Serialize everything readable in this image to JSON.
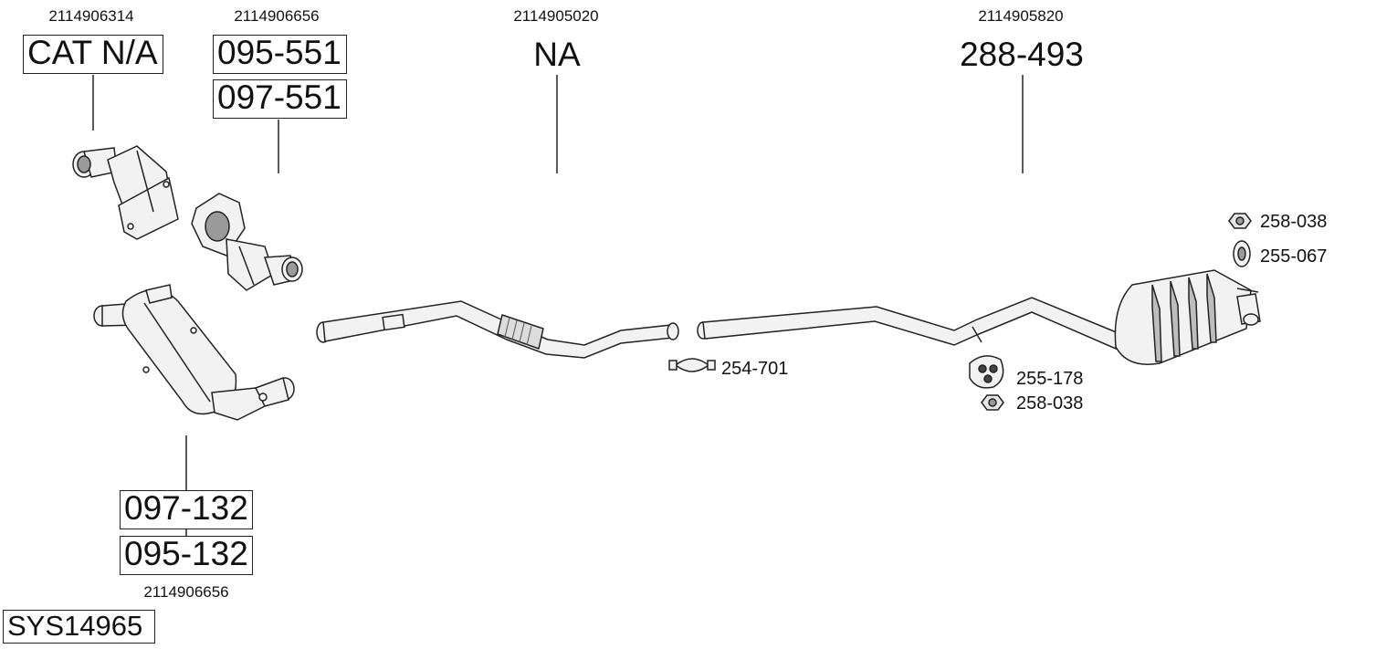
{
  "refs": {
    "cat_top": "2114906314",
    "cat2_top": "2114906656",
    "pipe_mid": "2114905020",
    "rear_top": "2114905820",
    "dpf_bottom": "2114906656"
  },
  "part_numbers": {
    "cat_na": "CAT N/A",
    "p095_551": "095-551",
    "p097_551": "097-551",
    "na": "NA",
    "p288_493": "288-493",
    "p097_132": "097-132",
    "p095_132": "095-132"
  },
  "small_parts": {
    "clamp": "254-701",
    "nut_top": "258-038",
    "rubber_top": "255-067",
    "hanger": "255-178",
    "nut_bottom": "258-038"
  },
  "system_id": "SYS14965",
  "colors": {
    "line": "#222222",
    "part_fill": "#f2f2f2",
    "shade": "#9a9a9a"
  }
}
